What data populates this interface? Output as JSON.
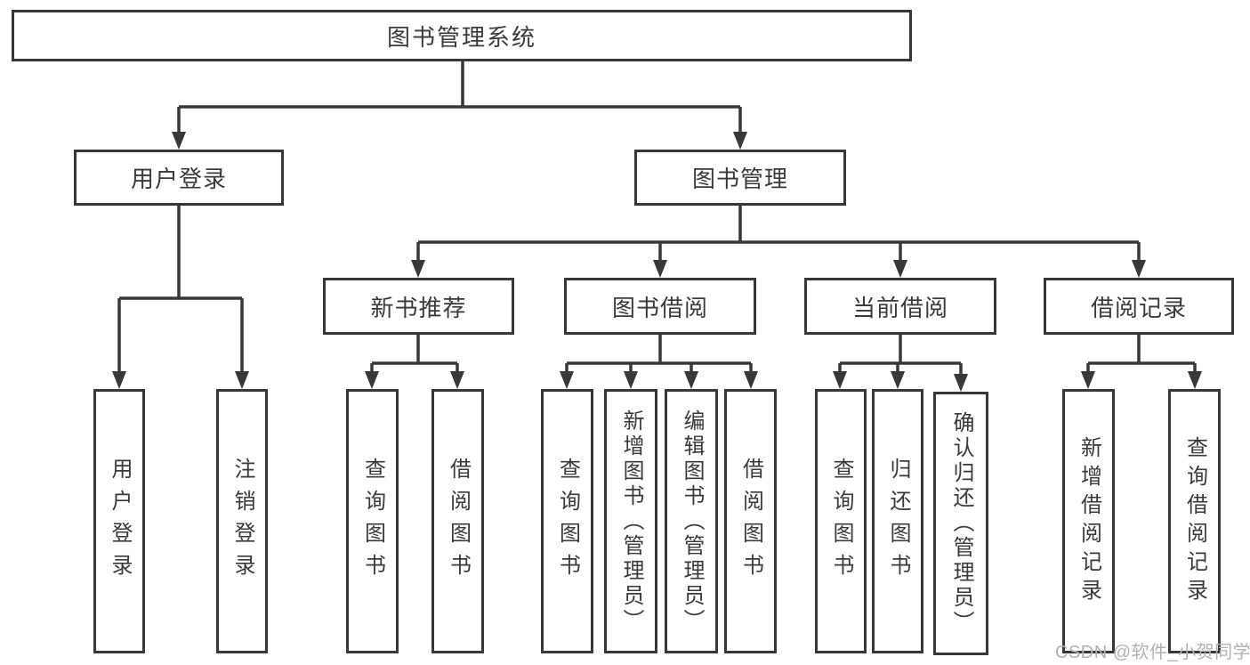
{
  "diagram": {
    "title_hint": "library-management-system-structure",
    "root": {
      "label": "图书管理系统"
    },
    "level2": [
      {
        "id": "user-login",
        "label": "用户登录"
      },
      {
        "id": "book-management",
        "label": "图书管理"
      }
    ],
    "level3": [
      {
        "id": "new-book-recommend",
        "label": "新书推荐",
        "parent": "图书管理"
      },
      {
        "id": "book-borrowing",
        "label": "图书借阅",
        "parent": "图书管理"
      },
      {
        "id": "current-borrowing",
        "label": "当前借阅",
        "parent": "图书管理"
      },
      {
        "id": "borrowing-records",
        "label": "借阅记录",
        "parent": "图书管理"
      }
    ],
    "leaves": [
      {
        "id": "leaf-user-login",
        "label": "用户登录",
        "parent": "用户登录"
      },
      {
        "id": "leaf-logout",
        "label": "注销登录",
        "parent": "用户登录"
      },
      {
        "id": "leaf-query-books-1",
        "label": "查询图书",
        "parent": "新书推荐"
      },
      {
        "id": "leaf-borrow-books-1",
        "label": "借阅图书",
        "parent": "新书推荐"
      },
      {
        "id": "leaf-query-books-2",
        "label": "查询图书",
        "parent": "图书借阅"
      },
      {
        "id": "leaf-add-books-admin",
        "label": "新增图书（管理员）",
        "parent": "图书借阅"
      },
      {
        "id": "leaf-edit-books-admin",
        "label": "编辑图书（管理员）",
        "parent": "图书借阅"
      },
      {
        "id": "leaf-borrow-books-2",
        "label": "借阅图书",
        "parent": "图书借阅"
      },
      {
        "id": "leaf-query-books-3",
        "label": "查询图书",
        "parent": "当前借阅"
      },
      {
        "id": "leaf-return-books",
        "label": "归还图书",
        "parent": "当前借阅"
      },
      {
        "id": "leaf-confirm-return-admin",
        "label": "确认归还（管理员）",
        "parent": "当前借阅"
      },
      {
        "id": "leaf-add-borrow-record",
        "label": "新增借阅记录",
        "parent": "借阅记录"
      },
      {
        "id": "leaf-query-borrow-record",
        "label": "查询借阅记录",
        "parent": "借阅记录"
      }
    ],
    "watermark": "CSDN @软件_小贺同学",
    "colors": {
      "line": "#383838",
      "box_border": "#383838",
      "text": "#3a3a3a",
      "watermark": "#b2b2b2",
      "background": "#ffffff"
    }
  }
}
